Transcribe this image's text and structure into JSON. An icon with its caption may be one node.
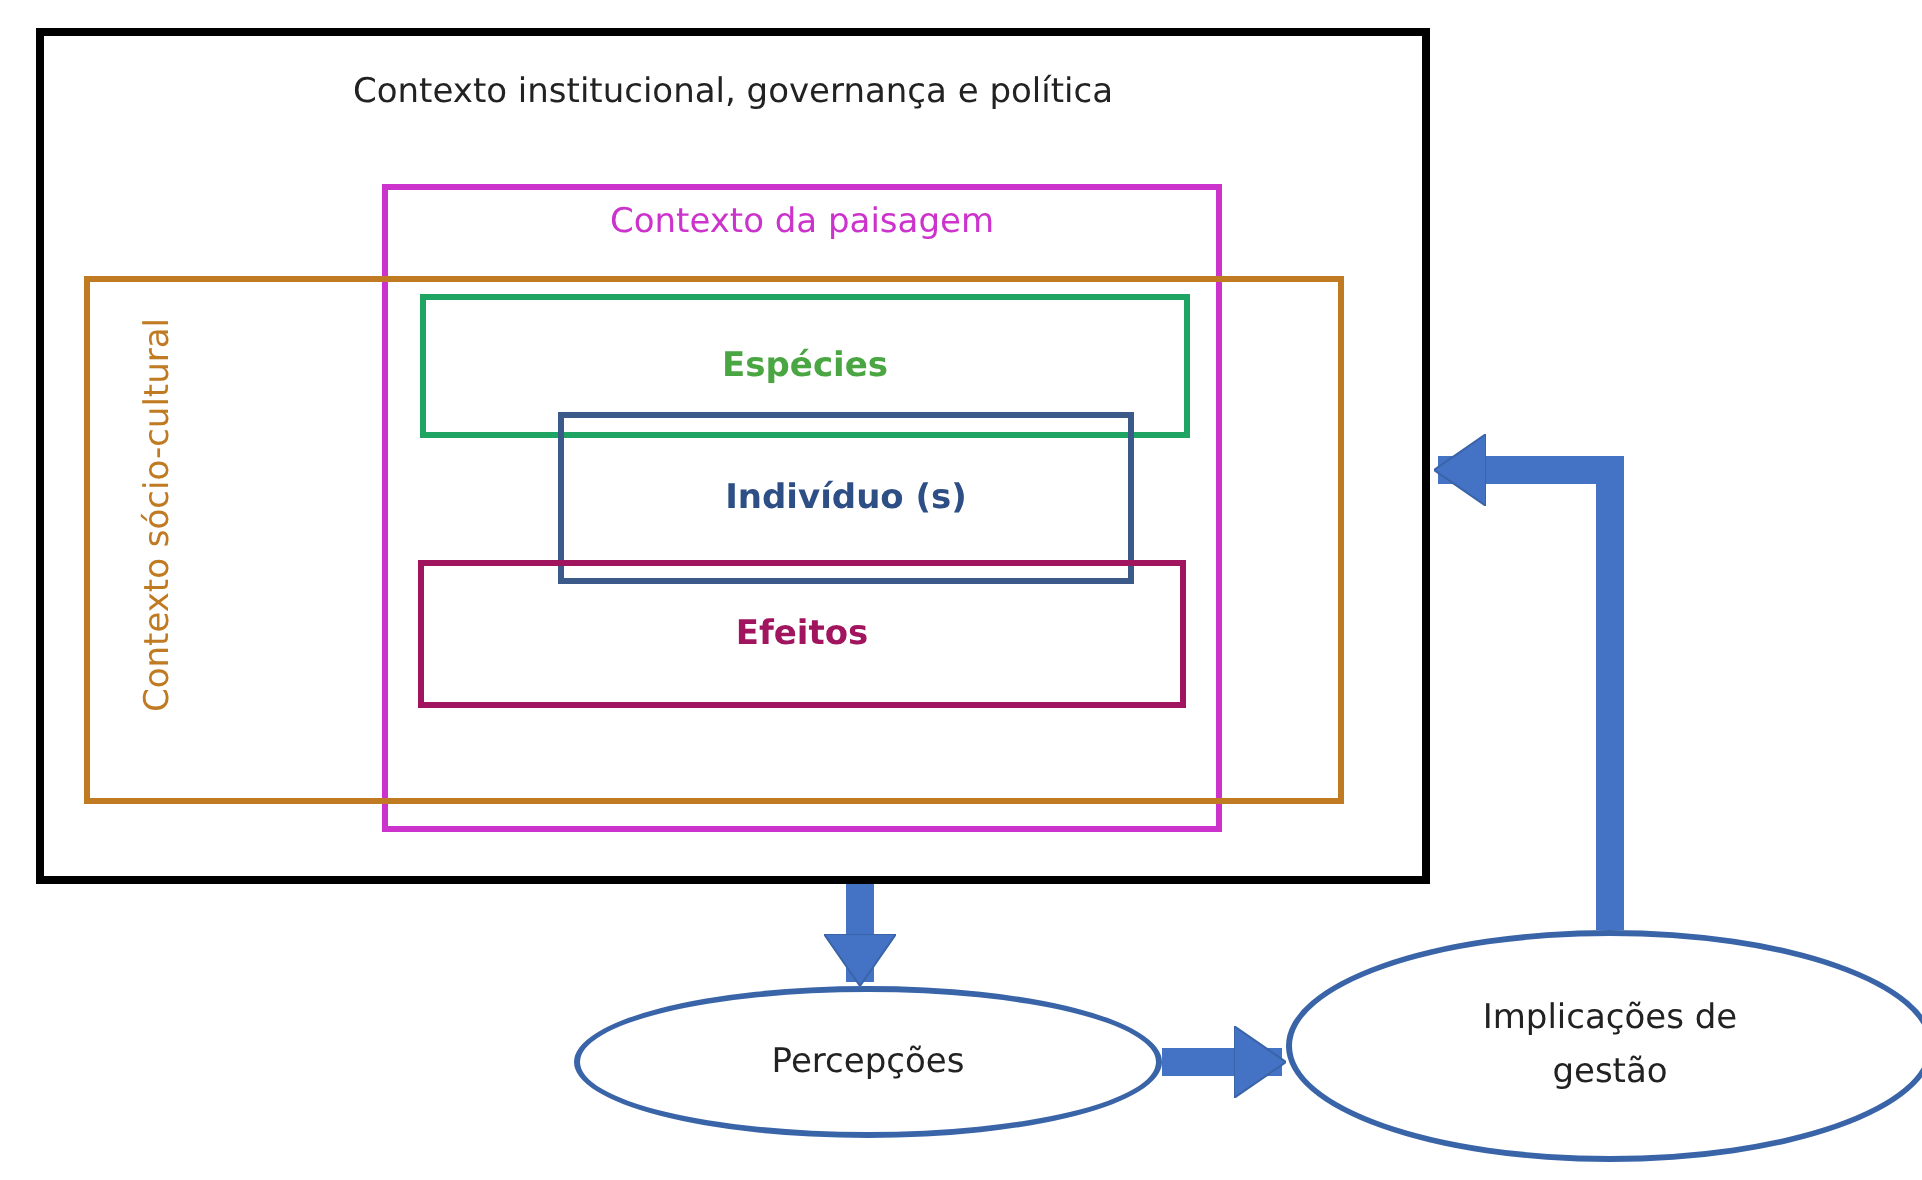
{
  "diagram": {
    "nodes": [
      {
        "text": [
          "Contexto institucional, governança e política"
        ]
      },
      {
        "text": [
          "Contexto da paisagem"
        ],
        "in": 0
      },
      {
        "text": [
          "Contexto sócio-cultural"
        ],
        "in": 0
      },
      {
        "text": [
          "Espécies"
        ],
        "in": 1
      },
      {
        "text": [
          "Indivíduo (s)"
        ],
        "in": 1
      },
      {
        "text": [
          "Efeitos"
        ],
        "in": 1
      },
      {
        "text": [
          "Percepções"
        ]
      },
      {
        "text": [
          "Implicações de gestão"
        ]
      }
    ],
    "edges": [
      {
        "from": 0,
        "to": 6,
        "arrow": "to"
      },
      {
        "from": 6,
        "to": 7,
        "arrow": "to"
      },
      {
        "from": 7,
        "to": 0,
        "arrow": "to"
      }
    ]
  }
}
